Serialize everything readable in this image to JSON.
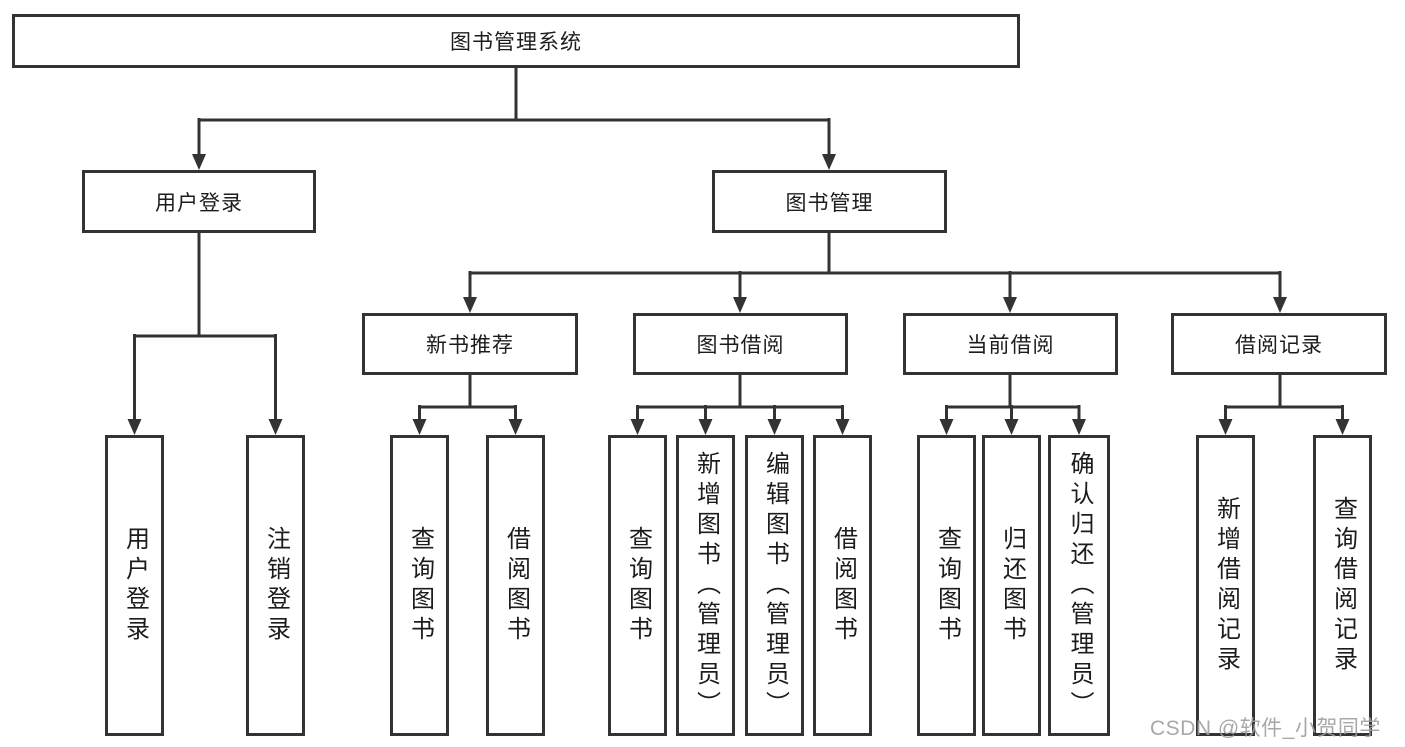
{
  "tree": {
    "root": "图书管理系统",
    "branches": [
      {
        "label": "用户登录",
        "children": [
          "用户登录",
          "注销登录"
        ]
      },
      {
        "label": "图书管理",
        "children": [
          {
            "label": "新书推荐",
            "children": [
              "查询图书",
              "借阅图书"
            ]
          },
          {
            "label": "图书借阅",
            "children": [
              "查询图书",
              "新增图书（管理员）",
              "编辑图书（管理员）",
              "借阅图书"
            ]
          },
          {
            "label": "当前借阅",
            "children": [
              "查询图书",
              "归还图书",
              "确认归还（管理员）"
            ]
          },
          {
            "label": "借阅记录",
            "children": [
              "新增借阅记录",
              "查询借阅记录"
            ]
          }
        ]
      }
    ]
  },
  "watermark": "CSDN @软件_小贺同学",
  "colors": {
    "line": "#333333",
    "box_border": "#333333",
    "box_fill": "#ffffff",
    "text": "#1c1c1c",
    "watermark": "#9e9e9e",
    "background": "#ffffff"
  }
}
